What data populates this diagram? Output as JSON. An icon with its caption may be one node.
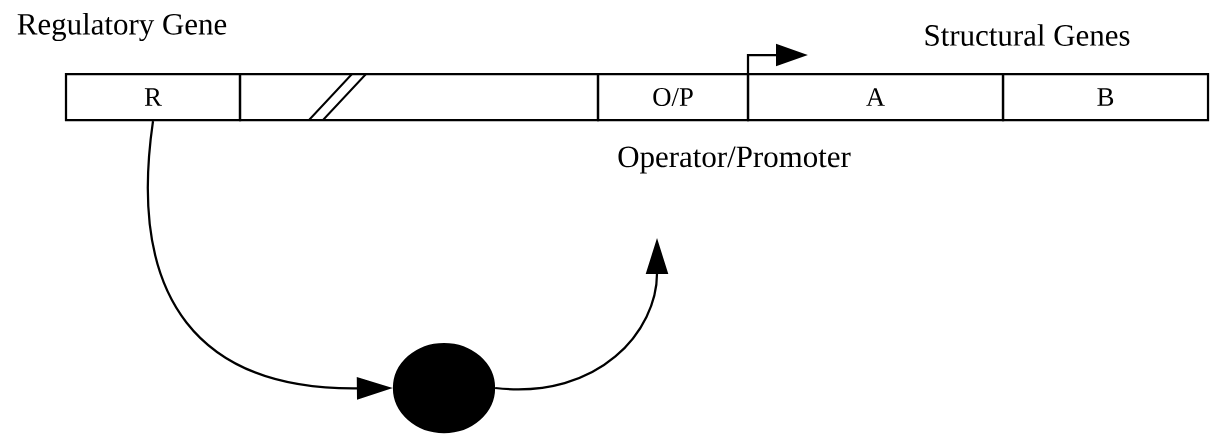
{
  "diagram": {
    "nodes": [
      {
        "text": [
          "R"
        ]
      },
      {
        "text": [],
        "shape": "box"
      },
      {
        "text": [
          "O/P"
        ]
      },
      {
        "text": [
          "A"
        ]
      },
      {
        "text": [
          "B"
        ]
      },
      {
        "text": [],
        "shape": "circle"
      }
    ],
    "edges": [
      {
        "from": 0,
        "to": 5,
        "arrow": "to"
      },
      {
        "from": 5,
        "to": null,
        "arrow": "to"
      }
    ],
    "labels": [
      "Regulatory Gene",
      "Structural Genes",
      "Operator/Promoter"
    ]
  }
}
